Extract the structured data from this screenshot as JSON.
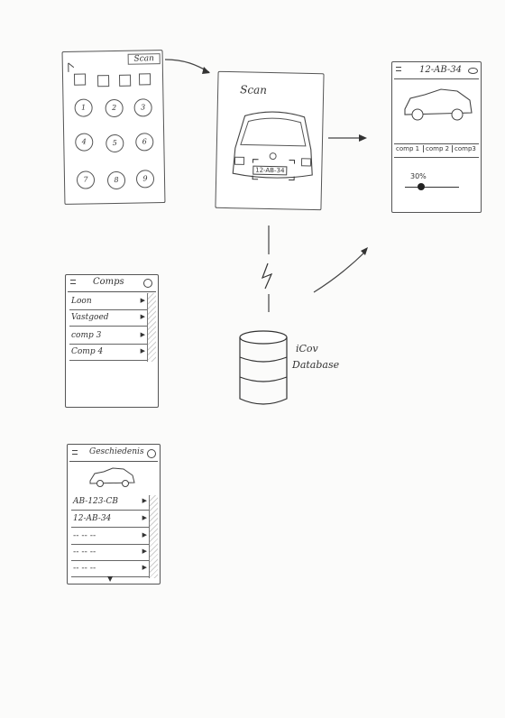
{
  "keypad_screen": {
    "scan_button": "Scan",
    "keys": [
      "1",
      "2",
      "3",
      "4",
      "5",
      "6",
      "7",
      "8",
      "9"
    ]
  },
  "scan_screen": {
    "title": "Scan",
    "plate": "12-AB-34"
  },
  "detail_screen": {
    "plate": "12-AB-34",
    "tabs": [
      "comp 1",
      "comp 2",
      "comp3"
    ],
    "slider_value_label": "30%",
    "slider_value": 0.3
  },
  "comps_screen": {
    "title": "Comps",
    "items": [
      "Loon",
      "Vastgoed",
      "comp 3",
      "Comp 4"
    ]
  },
  "history_screen": {
    "title": "Geschiedenis",
    "items": [
      "AB-123-CB",
      "12-AB-34",
      "-- -- --",
      "-- -- --",
      "-- -- --"
    ]
  },
  "database": {
    "label_line1": "iCov",
    "label_line2": "Database"
  }
}
